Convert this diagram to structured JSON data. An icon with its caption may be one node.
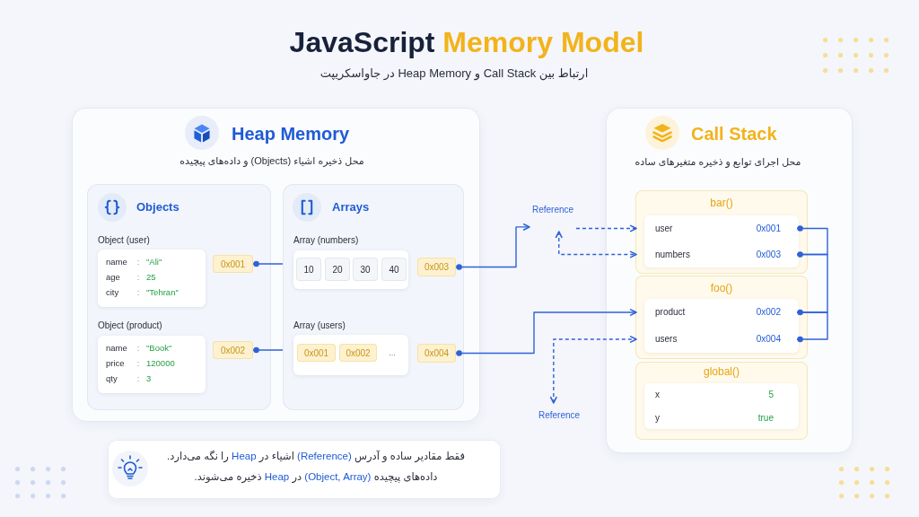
{
  "diagram": {
    "title": "JavaScript Memory Model",
    "nodes": [
      {
        "text": [
          "Heap Memory",
          "محل ذخیره اشیاء (Objects) و داده‌های پیچیده"
        ]
      },
      {
        "text": [
          "Objects"
        ],
        "in": 0
      },
      {
        "text": [
          "Object (user)",
          "name",
          ":",
          "\"Ali\"",
          "age",
          ":",
          "25",
          "city",
          ":",
          "\"Tehran\""
        ],
        "in": 1
      },
      {
        "text": [
          "0x001"
        ],
        "in": 1
      },
      {
        "text": [
          "Object (product)",
          "name",
          ":",
          "\"Book\"",
          "price",
          ":",
          "120000",
          "qty",
          ":",
          "3"
        ],
        "in": 1
      },
      {
        "text": [
          "0x002"
        ],
        "in": 1
      },
      {
        "text": [
          "Arrays"
        ],
        "in": 0
      },
      {
        "text": [
          "Array (numbers)"
        ],
        "in": 6
      },
      {
        "text": [
          "10"
        ],
        "in": 7
      },
      {
        "text": [
          "20"
        ],
        "in": 7
      },
      {
        "text": [
          "30"
        ],
        "in": 7
      },
      {
        "text": [
          "40"
        ],
        "in": 7
      },
      {
        "text": [
          "0x003"
        ],
        "in": 6
      },
      {
        "text": [
          "Array (users)",
          "..."
        ],
        "in": 6
      },
      {
        "text": [
          "0x001"
        ],
        "in": 13
      },
      {
        "text": [
          "0x002"
        ],
        "in": 13
      },
      {
        "text": [
          "0x004"
        ],
        "in": 6
      },
      {
        "text": [
          "Call Stack",
          "محل اجرای توابع و ذخیره متغیرهای ساده"
        ]
      },
      {
        "text": [
          "bar()"
        ],
        "in": 17
      },
      {
        "text": [
          "user",
          "0x001"
        ],
        "in": 18
      },
      {
        "text": [
          "numbers",
          "0x003"
        ],
        "in": 18
      },
      {
        "text": [
          "foo()"
        ],
        "in": 17
      },
      {
        "text": [
          "product",
          "0x002"
        ],
        "in": 21
      },
      {
        "text": [
          "users",
          "0x004"
        ],
        "in": 21
      },
      {
        "text": [
          "global()"
        ],
        "in": 17
      },
      {
        "text": [
          "x",
          "5"
        ],
        "in": 24
      },
      {
        "text": [
          "y",
          "true"
        ],
        "in": 24
      },
      {
        "text": [
          "Reference"
        ]
      },
      {
        "text": [
          "Reference"
        ]
      },
      {
        "text": [
          "فقط مقادیر ساده و آدرس (Reference) اشیاء در Heap را نگه می‌دارد.",
          "داده‌های پیچیده (Object, Array) در Heap ذخیره می‌شوند."
        ]
      }
    ],
    "edges": [
      {
        "from": 3,
        "to": 6,
        "arrow": "other"
      },
      {
        "from": 5,
        "to": 6,
        "arrow": "other"
      },
      {
        "from": 12,
        "to": 27,
        "arrow": "to"
      },
      {
        "from": 27,
        "to": 19,
        "arrow": "to",
        "style": "dashed"
      },
      {
        "from": 27,
        "to": 20,
        "arrow": "both",
        "style": "dashed"
      },
      {
        "from": 16,
        "to": 22,
        "arrow": "to"
      },
      {
        "from": 28,
        "to": 23,
        "arrow": "both",
        "style": "dashed"
      },
      {
        "from": 19,
        "to": 20,
        "arrow": "other"
      },
      {
        "from": 20,
        "to": 22,
        "arrow": "other"
      },
      {
        "from": 22,
        "to": 23,
        "arrow": "other"
      }
    ],
    "labels": [
      "ارتباط بین Call Stack و Heap Memory در جاواسکریپت"
    ]
  }
}
